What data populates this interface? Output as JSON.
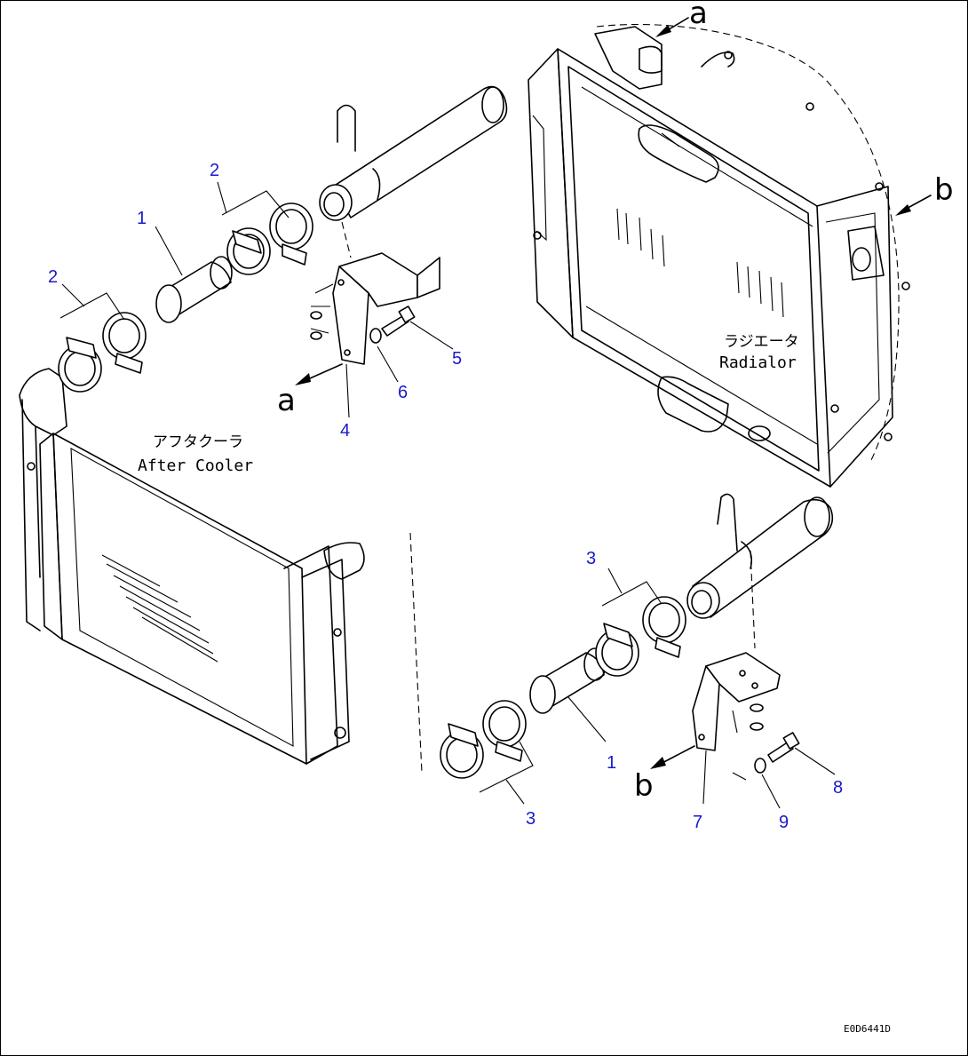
{
  "callouts": {
    "c1_top": "1",
    "c2_top": "2",
    "c2_left": "2",
    "c4": "4",
    "c5": "5",
    "c6": "6",
    "c3_top": "3",
    "c1_bottom": "1",
    "c3_bottom": "3",
    "c7": "7",
    "c8": "8",
    "c9": "9"
  },
  "view_markers": {
    "a_top": "a",
    "b_right": "b",
    "a_left": "a",
    "b_bottom": "b"
  },
  "components": {
    "aftercooler_jp": "アフタクーラ",
    "aftercooler_en": "After Cooler",
    "radiator_jp": "ラジエータ",
    "radiator_en": "Radialor"
  },
  "drawing_code": "E0D6441D"
}
